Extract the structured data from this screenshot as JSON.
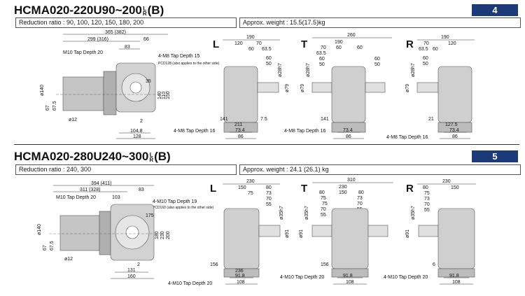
{
  "sections": [
    {
      "title_main": "HCMA020-220U90~200",
      "title_frac_top": "L",
      "title_frac_bottom": "R",
      "title_suffix": "(B)",
      "number": "4",
      "reduction_ratio": "Reduction ratio : 90, 100, 120, 150, 180, 200",
      "weight": "Approx. weight : 15.5(17.5)kg",
      "main_view": {
        "dims": [
          "365 (382)",
          "299 (316)",
          "66",
          "83",
          "M10 Tap Depth 20",
          "4-M8 Tap Depth 15",
          "PCD128 (also applies to the other side)",
          "ø140",
          "67",
          "67.5",
          "ø12",
          "104.8",
          "128",
          "150",
          "110",
          "140",
          "35",
          "2"
        ]
      },
      "views": [
        {
          "letter": "L",
          "dims": [
            "190",
            "120",
            "70",
            "60",
            "63.5",
            "60",
            "50",
            "ø28h7",
            "ø79",
            "7.5",
            "141",
            "211",
            "73.4",
            "86",
            "4-M8 Tap Depth 16"
          ]
        },
        {
          "letter": "T",
          "dims": [
            "260",
            "190",
            "70",
            "60",
            "60",
            "63.5",
            "60",
            "50",
            "60",
            "50",
            "ø28h7",
            "ø79",
            "141",
            "73.4",
            "86",
            "4-M8 Tap Depth 16"
          ]
        },
        {
          "letter": "R",
          "dims": [
            "190",
            "70",
            "120",
            "63.5",
            "60",
            "60",
            "50",
            "ø28h7",
            "ø79",
            "21",
            "127.5",
            "73.4",
            "86",
            "4-M8 Tap Depth 16"
          ]
        }
      ]
    },
    {
      "title_main": "HCMA020-280U240~300",
      "title_frac_top": "L",
      "title_frac_bottom": "R",
      "title_suffix": "(B)",
      "number": "5",
      "reduction_ratio": "Reduction ratio : 240, 300",
      "weight": "Approx. weight : 24.1 (26.1) kg",
      "main_view": {
        "dims": [
          "394 (411)",
          "311 (328)",
          "83",
          "M10 Tap Depth 20",
          "103",
          "4-M10 Tap Depth 19",
          "PCD160 (also applies to the other side)",
          "ø140",
          "67",
          "67.5",
          "ø12",
          "131",
          "160",
          "200",
          "230",
          "180",
          "175",
          "2"
        ]
      },
      "views": [
        {
          "letter": "L",
          "dims": [
            "230",
            "150",
            "80",
            "75",
            "73",
            "70",
            "55",
            "ø35h7",
            "ø91",
            "156",
            "236",
            "91.8",
            "108",
            "4-M10 Tap Depth 20"
          ]
        },
        {
          "letter": "T",
          "dims": [
            "310",
            "230",
            "80",
            "150",
            "80",
            "75",
            "73",
            "75",
            "70",
            "70",
            "55",
            "55",
            "ø35h7",
            "ø91",
            "156",
            "91.8",
            "108",
            "4-M10 Tap Depth 20"
          ]
        },
        {
          "letter": "R",
          "dims": [
            "230",
            "80",
            "150",
            "75",
            "73",
            "70",
            "55",
            "ø35h7",
            "ø91",
            "6",
            "91.8",
            "108",
            "4-M10 Tap Depth 20"
          ]
        }
      ]
    }
  ]
}
